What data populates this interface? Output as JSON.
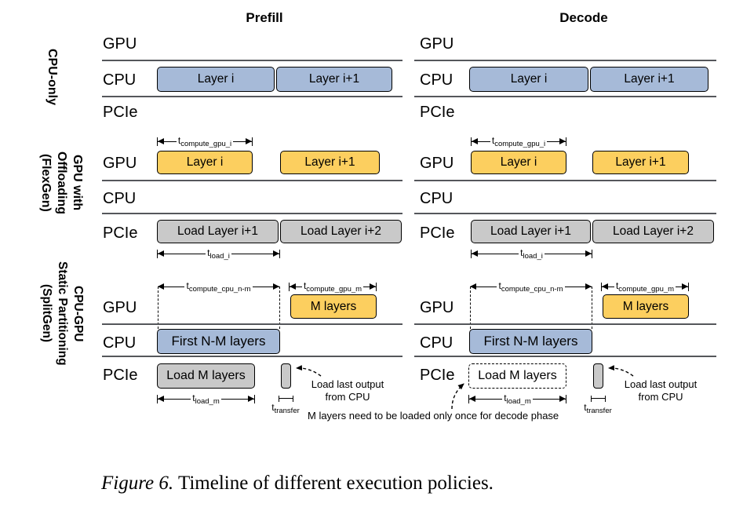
{
  "column_titles": {
    "prefill": "Prefill",
    "decode": "Decode"
  },
  "row_labels": {
    "gpu": "GPU",
    "cpu": "CPU",
    "pcie": "PCIe"
  },
  "policies": {
    "cpu_only": {
      "side_label": "CPU-only",
      "cpu_boxes": [
        "Layer i",
        "Layer i+1"
      ]
    },
    "flexgen": {
      "side_label": "GPU with\nOffloading\n(FlexGen)",
      "gpu_boxes": [
        "Layer i",
        "Layer i+1"
      ],
      "pcie_boxes": [
        "Load Layer i+1",
        "Load Layer i+2"
      ],
      "t_compute": {
        "base": "t",
        "sub": "compute_gpu_i"
      },
      "t_load": {
        "base": "t",
        "sub": "load_i"
      }
    },
    "splitgen": {
      "side_label": "CPU-GPU\nStatic Partitioning\n(SplitGen)",
      "gpu_box": "M layers",
      "cpu_box": "First N-M layers",
      "pcie_box": "Load M layers",
      "t_compute_cpu": {
        "base": "t",
        "sub": "compute_cpu_n-m"
      },
      "t_compute_gpu": {
        "base": "t",
        "sub": "compute_gpu_m"
      },
      "t_load": {
        "base": "t",
        "sub": "load_m"
      },
      "t_transfer": {
        "base": "t",
        "sub": "transfer"
      },
      "note_load_last": {
        "line1": "Load last output",
        "line2": "from CPU"
      },
      "note_decode": "M layers need to be loaded only once for decode phase"
    }
  },
  "caption": {
    "prefix": "Figure 6.",
    "text": "Timeline of different execution policies."
  },
  "colors": {
    "cpu_box": "#a6bad8",
    "gpu_box": "#fccf5f",
    "pcie_box": "#c9c9c9",
    "separator": "#55575b"
  }
}
